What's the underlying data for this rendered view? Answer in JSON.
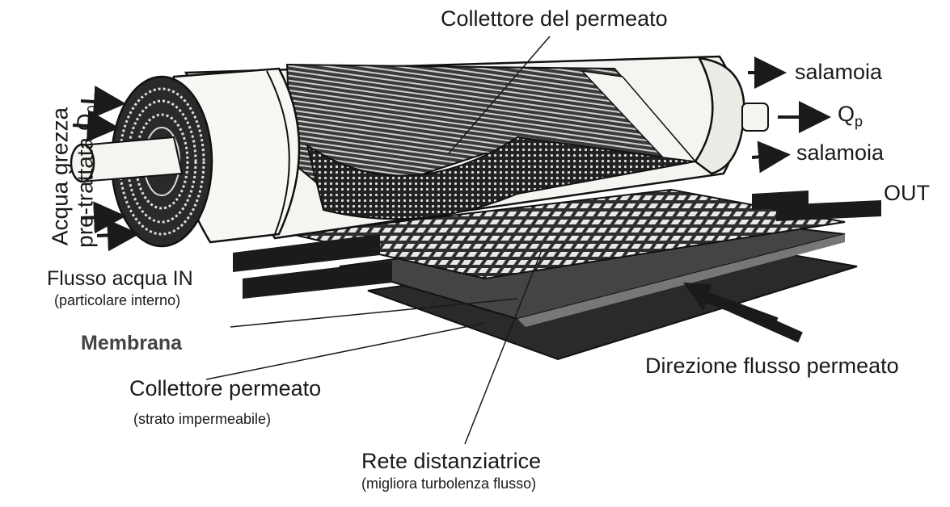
{
  "labels": {
    "collettore_del_permeato": "Collettore del permeato",
    "salamoia_top": "salamoia",
    "qp_main": "Q",
    "qp_sub": "p",
    "salamoia_bottom": "salamoia",
    "out": "OUT",
    "acqua_line1": "Acqua grezza",
    "acqua_line2": "pre-trattata Q",
    "acqua_sub": "0",
    "flusso_in": "Flusso acqua IN",
    "flusso_in_note": "(particolare interno)",
    "membrana": "Membrana",
    "collettore_permeato": "Collettore permeato",
    "collettore_permeato_note": "(strato impermeabile)",
    "rete": "Rete distanziatrice",
    "rete_note": "(migliora turbolenza flusso)",
    "direzione": "Direzione flusso permeato"
  },
  "colors": {
    "ink": "#1a1a1a",
    "shell": "#f4f4f0",
    "dark_layer": "#2b2b2b",
    "mesh": "#3a3a3a"
  }
}
